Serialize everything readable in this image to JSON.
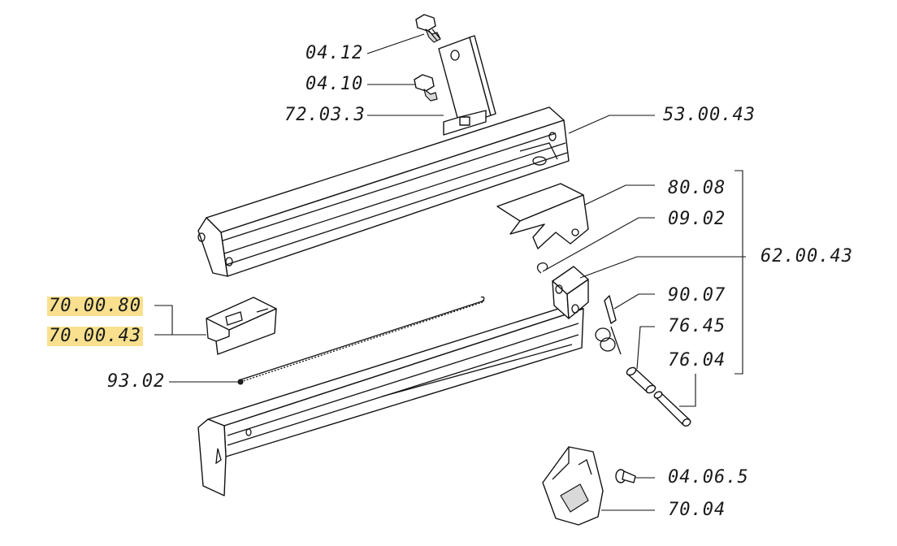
{
  "colors": {
    "highlight": "#f8e08e",
    "line": "#111111",
    "background": "#ffffff"
  },
  "labels": {
    "p_04_12": "04.12",
    "p_04_10": "04.10",
    "p_72_03_3": "72.03.3",
    "p_53_00_43": "53.00.43",
    "p_80_08": "80.08",
    "p_09_02": "09.02",
    "p_62_00_43": "62.00.43",
    "p_70_00_80": "70.00.80",
    "p_70_00_43": "70.00.43",
    "p_90_07": "90.07",
    "p_76_45": "76.45",
    "p_76_04": "76.04",
    "p_93_02": "93.02",
    "p_04_06_5": "04.06.5",
    "p_70_04": "70.04"
  }
}
